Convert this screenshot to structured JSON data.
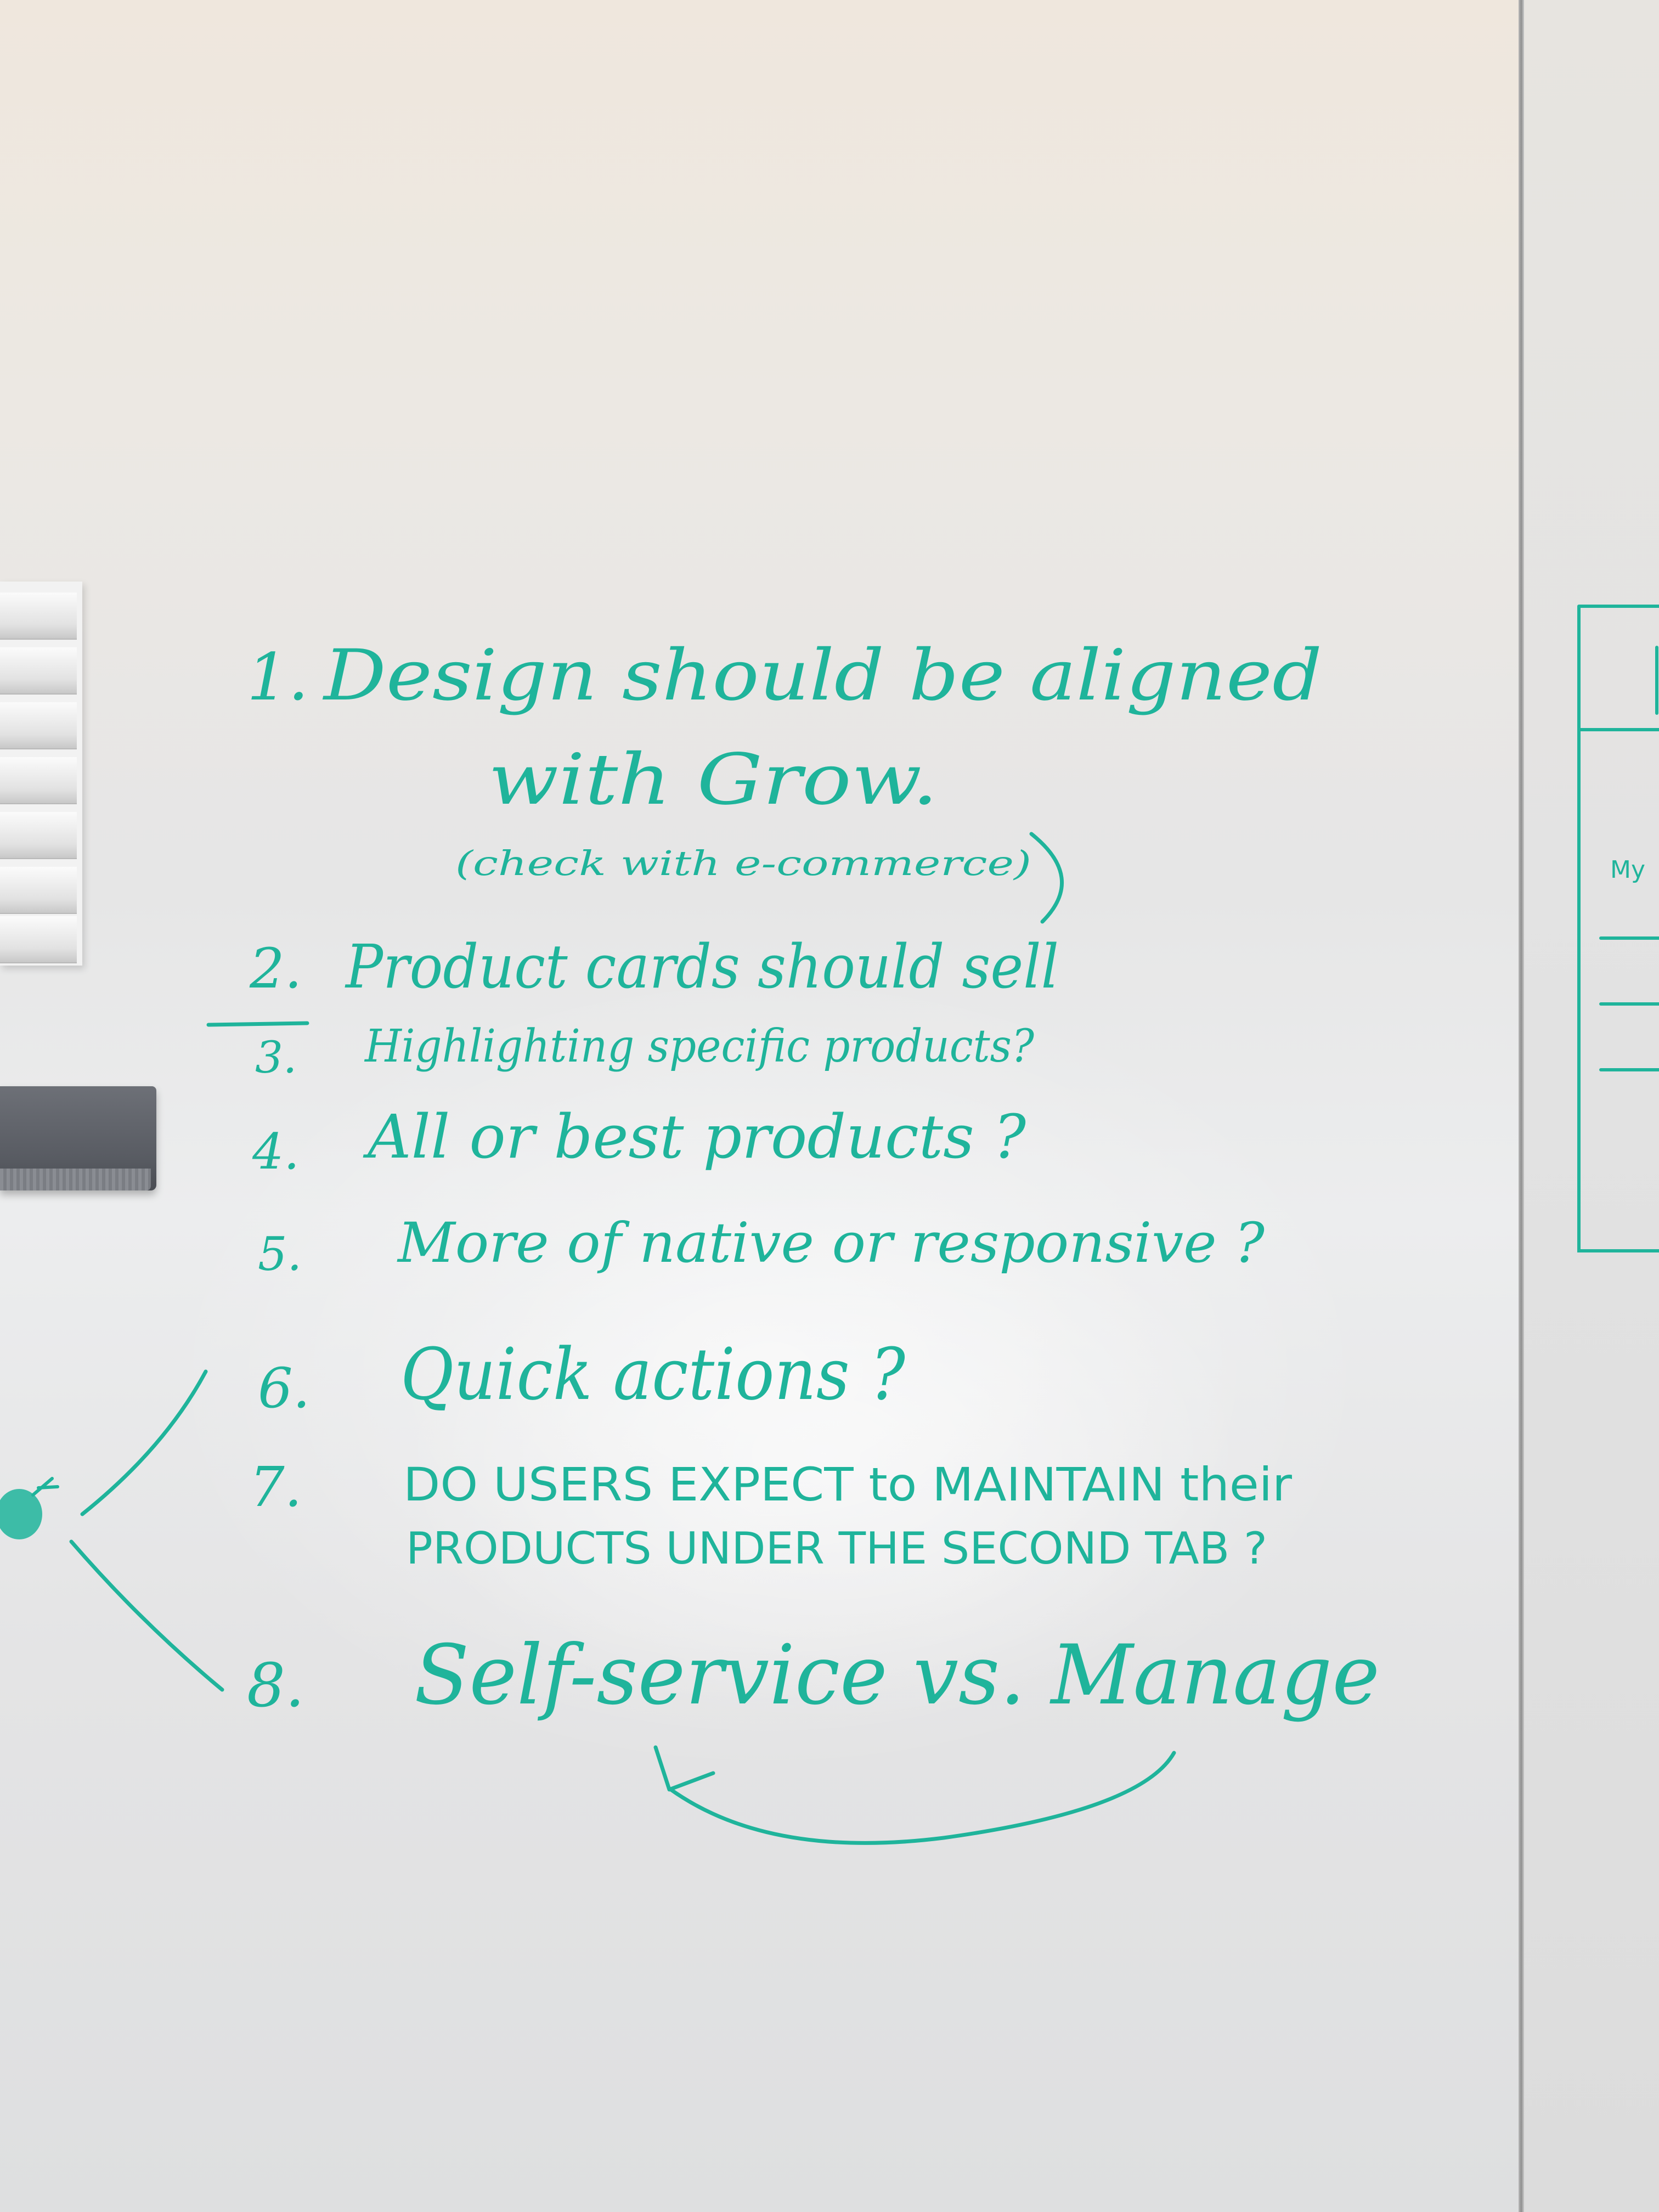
{
  "colors": {
    "ink": "#1fb49b",
    "board": "#ecebea",
    "eraser": "#5a5d64"
  },
  "notes": {
    "item1_num": "1.",
    "item1_line1": "Design should be aligned",
    "item1_line2": "with Grow.",
    "item1_note": "(check with e-commerce)",
    "item2_num": "2.",
    "item2_text": "Product cards should sell",
    "item3_num": "3.",
    "item3_text": "Highlighting specific products?",
    "item4_num": "4.",
    "item4_text": "All or best products ?",
    "item5_num": "5.",
    "item5_text": "More of native or responsive ?",
    "item6_num": "6.",
    "item6_text": "Quick actions ?",
    "item7_num": "7.",
    "item7_line1": "DO USERS EXPECT to MAINTAIN their",
    "item7_line2": "PRODUCTS UNDER THE SECOND TAB ?",
    "item8_num": "8.",
    "item8_text": "Self-service vs. Manage"
  },
  "side_panel": {
    "label": "My"
  }
}
